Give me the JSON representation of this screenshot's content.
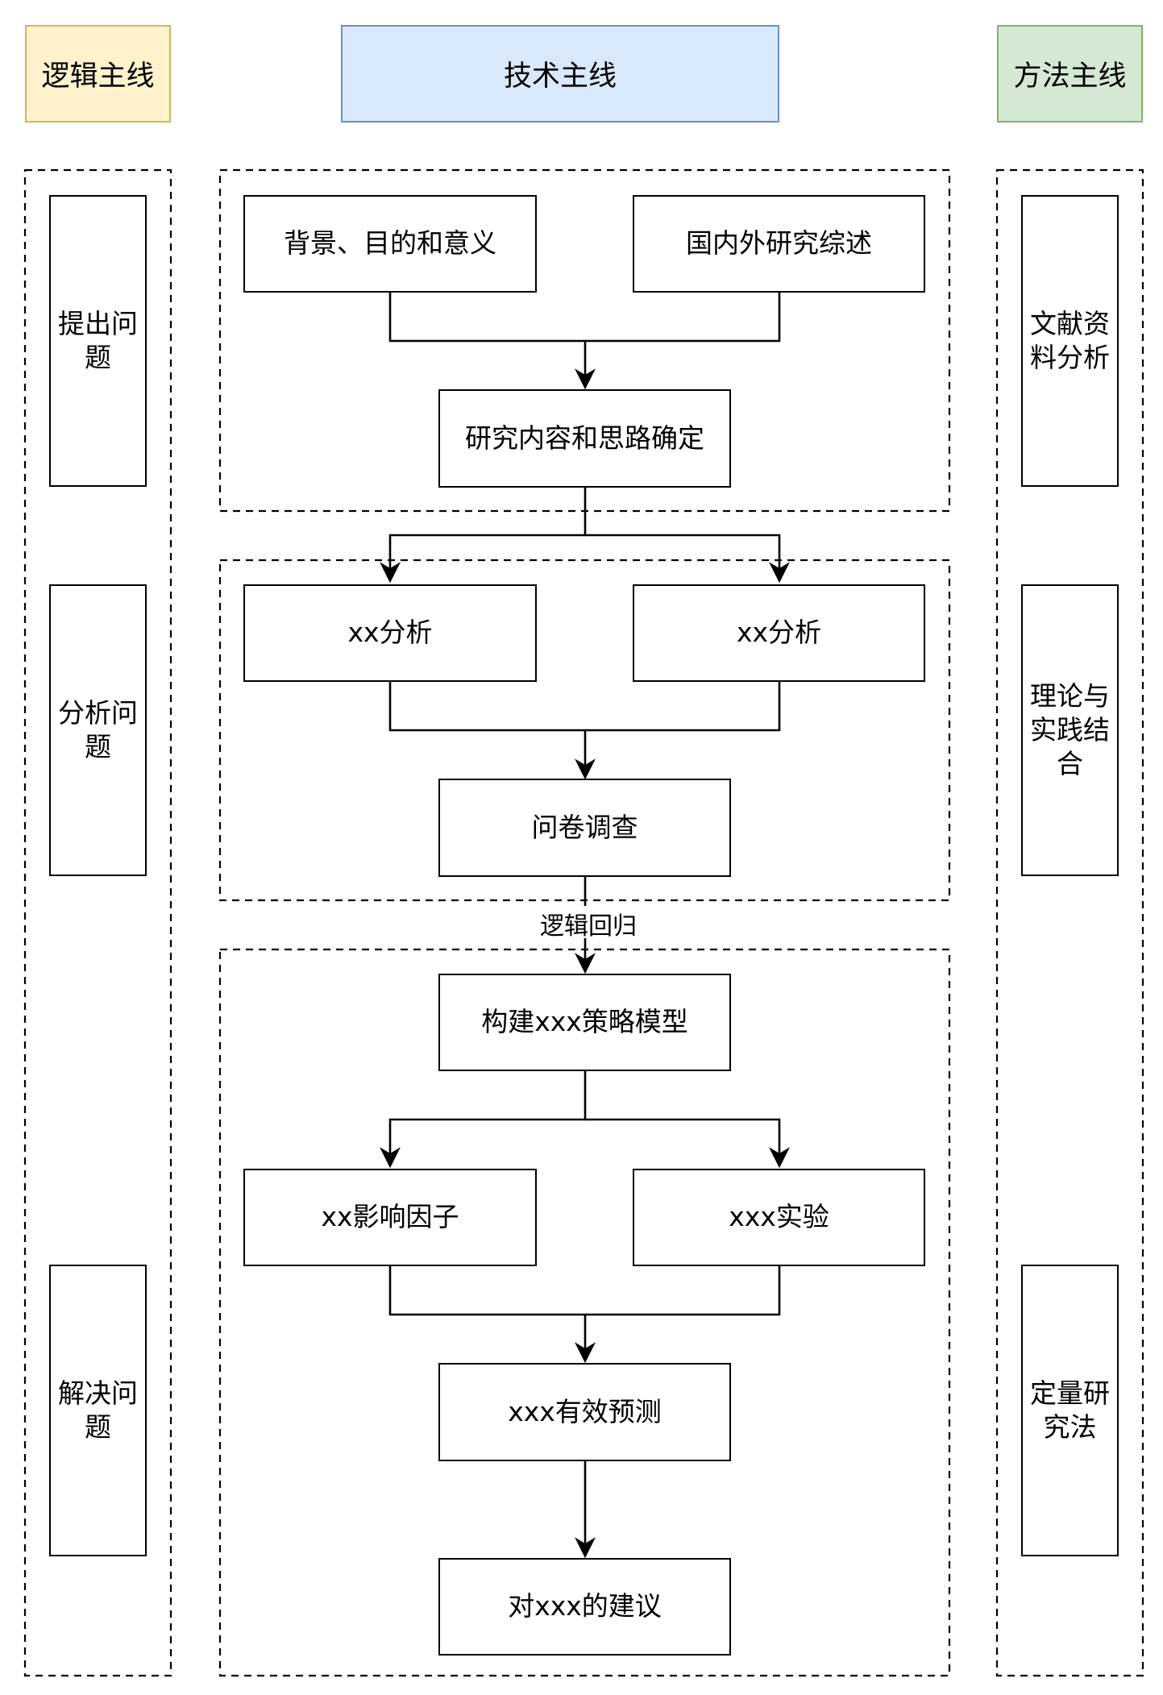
{
  "headers": {
    "logic": "逻辑主线",
    "tech": "技术主线",
    "method": "方法主线"
  },
  "logic_items": [
    "提出问题",
    "分析问题",
    "解决问题"
  ],
  "method_items": [
    "文献资料分析",
    "理论与实践结合",
    "定量研究法"
  ],
  "tech": {
    "stage1": {
      "background": "背景、目的和意义",
      "review": "国内外研究综述",
      "content": "研究内容和思路确定"
    },
    "stage2": {
      "analysis_left": "xx分析",
      "analysis_right": "xx分析",
      "survey": "问卷调查"
    },
    "edge_label": "逻辑回归",
    "stage3": {
      "model": "构建xxx策略模型",
      "factors": "xx影响因子",
      "experiment": "xxx实验",
      "prediction": "xxx有效预测",
      "suggestion": "对xxx的建议"
    }
  },
  "colors": {
    "logic_fill": "#fff2cc",
    "logic_stroke": "#d6b656",
    "tech_fill": "#dae8fc",
    "tech_stroke": "#6c8ebf",
    "method_fill": "#d5e8d4",
    "method_stroke": "#82b366"
  }
}
